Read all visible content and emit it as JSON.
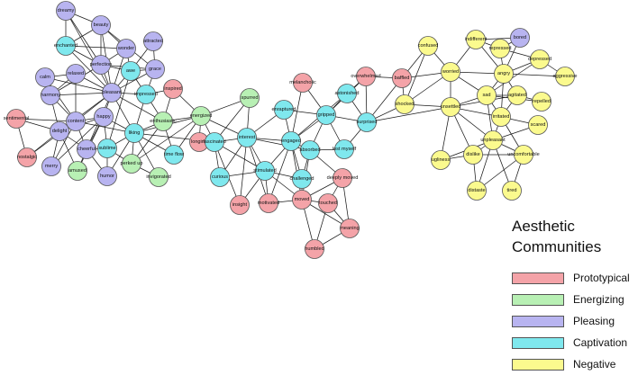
{
  "legend": {
    "title": "Aesthetic Communities",
    "items": [
      {
        "key": "prototypical",
        "label": "Prototypical",
        "color": "#f4a3a8"
      },
      {
        "key": "energizing",
        "label": "Energizing",
        "color": "#b8f0b4"
      },
      {
        "key": "pleasing",
        "label": "Pleasing",
        "color": "#b8b4f0"
      },
      {
        "key": "captivation",
        "label": "Captivation",
        "color": "#7fe8ee"
      },
      {
        "key": "negative",
        "label": "Negative",
        "color": "#fbfa8e"
      }
    ]
  },
  "nodes": [
    {
      "id": "dreamy",
      "label": "dreamy",
      "group": "pleasing"
    },
    {
      "id": "beauty",
      "label": "beauty",
      "group": "pleasing"
    },
    {
      "id": "enchanted",
      "label": "enchanted",
      "group": "captivation"
    },
    {
      "id": "wonder",
      "label": "wonder",
      "group": "pleasing"
    },
    {
      "id": "attracted",
      "label": "attracted",
      "group": "pleasing"
    },
    {
      "id": "calm",
      "label": "calm",
      "group": "pleasing"
    },
    {
      "id": "perfection",
      "label": "perfection",
      "group": "pleasing"
    },
    {
      "id": "awe",
      "label": "awe",
      "group": "captivation"
    },
    {
      "id": "grace",
      "label": "grace",
      "group": "pleasing"
    },
    {
      "id": "relaxed",
      "label": "relaxed",
      "group": "pleasing"
    },
    {
      "id": "harmony",
      "label": "harmony",
      "group": "pleasing"
    },
    {
      "id": "pleasant",
      "label": "pleasant",
      "group": "pleasing"
    },
    {
      "id": "impressed",
      "label": "impressed",
      "group": "captivation"
    },
    {
      "id": "inspired",
      "label": "inspired",
      "group": "prototypical"
    },
    {
      "id": "sentimental",
      "label": "sentimental",
      "group": "prototypical"
    },
    {
      "id": "happy",
      "label": "happy",
      "group": "pleasing"
    },
    {
      "id": "content",
      "label": "content",
      "group": "pleasing"
    },
    {
      "id": "enthusiastic",
      "label": "enthusiastic",
      "group": "energizing"
    },
    {
      "id": "delight",
      "label": "delight",
      "group": "pleasing"
    },
    {
      "id": "liking",
      "label": "liking",
      "group": "captivation"
    },
    {
      "id": "cheerful",
      "label": "cheerful",
      "group": "pleasing"
    },
    {
      "id": "sublime",
      "label": "sublime",
      "group": "captivation"
    },
    {
      "id": "nostalgic",
      "label": "nostalgic",
      "group": "prototypical"
    },
    {
      "id": "merry",
      "label": "merry",
      "group": "pleasing"
    },
    {
      "id": "amused",
      "label": "amused",
      "group": "energizing"
    },
    {
      "id": "humor",
      "label": "humor",
      "group": "pleasing"
    },
    {
      "id": "perked up",
      "label": "perked up",
      "group": "energizing"
    },
    {
      "id": "invigorated",
      "label": "invigorated",
      "group": "energizing"
    },
    {
      "id": "time flow",
      "label": "time flow",
      "group": "captivation"
    },
    {
      "id": "energized",
      "label": "energized",
      "group": "energizing"
    },
    {
      "id": "longing",
      "label": "longing",
      "group": "prototypical"
    },
    {
      "id": "spurred",
      "label": "spurred",
      "group": "energizing"
    },
    {
      "id": "fascinated",
      "label": "fascinated",
      "group": "captivation"
    },
    {
      "id": "interest",
      "label": "interest",
      "group": "captivation"
    },
    {
      "id": "curious",
      "label": "curious",
      "group": "captivation"
    },
    {
      "id": "insight",
      "label": "insight",
      "group": "prototypical"
    },
    {
      "id": "enraptured",
      "label": "enraptured",
      "group": "captivation"
    },
    {
      "id": "engaged",
      "label": "engaged",
      "group": "captivation"
    },
    {
      "id": "stimulated",
      "label": "stimulated",
      "group": "captivation"
    },
    {
      "id": "motivated",
      "label": "motivated",
      "group": "prototypical"
    },
    {
      "id": "melancholic",
      "label": "melancholic",
      "group": "prototypical"
    },
    {
      "id": "gripped",
      "label": "gripped",
      "group": "captivation"
    },
    {
      "id": "absorbed",
      "label": "absorbed",
      "group": "captivation"
    },
    {
      "id": "challenged",
      "label": "challenged",
      "group": "captivation"
    },
    {
      "id": "moved",
      "label": "moved",
      "group": "prototypical"
    },
    {
      "id": "touched",
      "label": "touched",
      "group": "prototypical"
    },
    {
      "id": "deeply moved",
      "label": "deeply moved",
      "group": "prototypical"
    },
    {
      "id": "meaning",
      "label": "meaning",
      "group": "prototypical"
    },
    {
      "id": "humbled",
      "label": "humbled",
      "group": "prototypical"
    },
    {
      "id": "astonished",
      "label": "astonished",
      "group": "captivation"
    },
    {
      "id": "lost myself",
      "label": "lost myself",
      "group": "captivation"
    },
    {
      "id": "overwhelmed",
      "label": "overwhelmed",
      "group": "prototypical"
    },
    {
      "id": "surprised",
      "label": "surprised",
      "group": "captivation"
    },
    {
      "id": "baffled",
      "label": "baffled",
      "group": "prototypical"
    },
    {
      "id": "confused",
      "label": "confused",
      "group": "negative"
    },
    {
      "id": "shocked",
      "label": "shocked",
      "group": "negative"
    },
    {
      "id": "worried",
      "label": "worried",
      "group": "negative"
    },
    {
      "id": "unsettled",
      "label": "unsettled",
      "group": "negative"
    },
    {
      "id": "indifferent",
      "label": "indifferent",
      "group": "negative"
    },
    {
      "id": "bored",
      "label": "bored",
      "group": "pleasing"
    },
    {
      "id": "repressed",
      "label": "repressed",
      "group": "negative"
    },
    {
      "id": "depressed",
      "label": "depressed",
      "group": "negative"
    },
    {
      "id": "angry",
      "label": "angry",
      "group": "negative"
    },
    {
      "id": "aggressive",
      "label": "aggressive",
      "group": "negative"
    },
    {
      "id": "sad",
      "label": "sad",
      "group": "negative"
    },
    {
      "id": "agitated",
      "label": "agitated",
      "group": "negative"
    },
    {
      "id": "repelled",
      "label": "repelled",
      "group": "negative"
    },
    {
      "id": "irritated",
      "label": "irritated",
      "group": "negative"
    },
    {
      "id": "scared",
      "label": "scared",
      "group": "negative"
    },
    {
      "id": "unpleasant",
      "label": "unpleasant",
      "group": "negative"
    },
    {
      "id": "ugliness",
      "label": "ugliness",
      "group": "negative"
    },
    {
      "id": "dislike",
      "label": "dislike",
      "group": "negative"
    },
    {
      "id": "uncomfortable",
      "label": "uncomfortable",
      "group": "negative"
    },
    {
      "id": "distaste",
      "label": "distaste",
      "group": "negative"
    },
    {
      "id": "tired",
      "label": "tired",
      "group": "negative"
    }
  ],
  "edges": [
    [
      "dreamy",
      "beauty"
    ],
    [
      "dreamy",
      "enchanted"
    ],
    [
      "dreamy",
      "perfection"
    ],
    [
      "dreamy",
      "pleasant"
    ],
    [
      "beauty",
      "wonder"
    ],
    [
      "beauty",
      "enchanted"
    ],
    [
      "beauty",
      "perfection"
    ],
    [
      "beauty",
      "pleasant"
    ],
    [
      "beauty",
      "grace"
    ],
    [
      "enchanted",
      "perfection"
    ],
    [
      "enchanted",
      "wonder"
    ],
    [
      "enchanted",
      "pleasant"
    ],
    [
      "wonder",
      "awe"
    ],
    [
      "wonder",
      "perfection"
    ],
    [
      "wonder",
      "pleasant"
    ],
    [
      "attracted",
      "awe"
    ],
    [
      "attracted",
      "grace"
    ],
    [
      "calm",
      "relaxed"
    ],
    [
      "calm",
      "harmony"
    ],
    [
      "calm",
      "pleasant"
    ],
    [
      "calm",
      "content"
    ],
    [
      "relaxed",
      "harmony"
    ],
    [
      "relaxed",
      "pleasant"
    ],
    [
      "relaxed",
      "content"
    ],
    [
      "perfection",
      "pleasant"
    ],
    [
      "perfection",
      "harmony"
    ],
    [
      "perfection",
      "awe"
    ],
    [
      "perfection",
      "grace"
    ],
    [
      "awe",
      "pleasant"
    ],
    [
      "awe",
      "impressed"
    ],
    [
      "awe",
      "grace"
    ],
    [
      "awe",
      "sublime"
    ],
    [
      "grace",
      "pleasant"
    ],
    [
      "grace",
      "impressed"
    ],
    [
      "harmony",
      "pleasant"
    ],
    [
      "harmony",
      "content"
    ],
    [
      "harmony",
      "delight"
    ],
    [
      "pleasant",
      "impressed"
    ],
    [
      "pleasant",
      "happy"
    ],
    [
      "pleasant",
      "liking"
    ],
    [
      "pleasant",
      "content"
    ],
    [
      "pleasant",
      "enthusiastic"
    ],
    [
      "pleasant",
      "delight"
    ],
    [
      "pleasant",
      "cheerful"
    ],
    [
      "impressed",
      "inspired"
    ],
    [
      "impressed",
      "enthusiastic"
    ],
    [
      "impressed",
      "liking"
    ],
    [
      "inspired",
      "enthusiastic"
    ],
    [
      "inspired",
      "energized"
    ],
    [
      "sentimental",
      "content"
    ],
    [
      "sentimental",
      "delight"
    ],
    [
      "sentimental",
      "nostalgic"
    ],
    [
      "happy",
      "content"
    ],
    [
      "happy",
      "delight"
    ],
    [
      "happy",
      "liking"
    ],
    [
      "happy",
      "cheerful"
    ],
    [
      "happy",
      "sublime"
    ],
    [
      "happy",
      "amused"
    ],
    [
      "happy",
      "merry"
    ],
    [
      "content",
      "delight"
    ],
    [
      "content",
      "cheerful"
    ],
    [
      "content",
      "merry"
    ],
    [
      "content",
      "liking"
    ],
    [
      "content",
      "nostalgic"
    ],
    [
      "delight",
      "merry"
    ],
    [
      "delight",
      "cheerful"
    ],
    [
      "delight",
      "amused"
    ],
    [
      "delight",
      "nostalgic"
    ],
    [
      "liking",
      "enthusiastic"
    ],
    [
      "liking",
      "sublime"
    ],
    [
      "liking",
      "perked up"
    ],
    [
      "liking",
      "time flow"
    ],
    [
      "liking",
      "energized"
    ],
    [
      "liking",
      "fascinated"
    ],
    [
      "liking",
      "invigorated"
    ],
    [
      "liking",
      "humor"
    ],
    [
      "enthusiastic",
      "energized"
    ],
    [
      "enthusiastic",
      "perked up"
    ],
    [
      "enthusiastic",
      "time flow"
    ],
    [
      "cheerful",
      "humor"
    ],
    [
      "cheerful",
      "amused"
    ],
    [
      "cheerful",
      "sublime"
    ],
    [
      "sublime",
      "humor"
    ],
    [
      "sublime",
      "perked up"
    ],
    [
      "perked up",
      "invigorated"
    ],
    [
      "perked up",
      "energized"
    ],
    [
      "energized",
      "fascinated"
    ],
    [
      "energized",
      "spurred"
    ],
    [
      "energized",
      "longing"
    ],
    [
      "energized",
      "time flow"
    ],
    [
      "energized",
      "interest"
    ],
    [
      "spurred",
      "interest"
    ],
    [
      "spurred",
      "fascinated"
    ],
    [
      "fascinated",
      "interest"
    ],
    [
      "fascinated",
      "curious"
    ],
    [
      "fascinated",
      "longing"
    ],
    [
      "fascinated",
      "stimulated"
    ],
    [
      "fascinated",
      "insight"
    ],
    [
      "interest",
      "engaged"
    ],
    [
      "interest",
      "stimulated"
    ],
    [
      "interest",
      "curious"
    ],
    [
      "interest",
      "enraptured"
    ],
    [
      "interest",
      "absorbed"
    ],
    [
      "interest",
      "insight"
    ],
    [
      "interest",
      "motivated"
    ],
    [
      "curious",
      "stimulated"
    ],
    [
      "insight",
      "stimulated"
    ],
    [
      "stimulated",
      "motivated"
    ],
    [
      "stimulated",
      "engaged"
    ],
    [
      "stimulated",
      "moved"
    ],
    [
      "stimulated",
      "challenged"
    ],
    [
      "motivated",
      "moved"
    ],
    [
      "motivated",
      "engaged"
    ],
    [
      "enraptured",
      "engaged"
    ],
    [
      "enraptured",
      "gripped"
    ],
    [
      "melancholic",
      "gripped"
    ],
    [
      "melancholic",
      "engaged"
    ],
    [
      "engaged",
      "gripped"
    ],
    [
      "engaged",
      "absorbed"
    ],
    [
      "engaged",
      "challenged"
    ],
    [
      "engaged",
      "moved"
    ],
    [
      "engaged",
      "astonished"
    ],
    [
      "gripped",
      "absorbed"
    ],
    [
      "gripped",
      "astonished"
    ],
    [
      "gripped",
      "surprised"
    ],
    [
      "gripped",
      "lost myself"
    ],
    [
      "gripped",
      "overwhelmed"
    ],
    [
      "absorbed",
      "lost myself"
    ],
    [
      "absorbed",
      "challenged"
    ],
    [
      "absorbed",
      "deeply moved"
    ],
    [
      "absorbed",
      "moved"
    ],
    [
      "challenged",
      "moved"
    ],
    [
      "moved",
      "touched"
    ],
    [
      "moved",
      "deeply moved"
    ],
    [
      "moved",
      "humbled"
    ],
    [
      "moved",
      "meaning"
    ],
    [
      "touched",
      "deeply moved"
    ],
    [
      "touched",
      "meaning"
    ],
    [
      "touched",
      "humbled"
    ],
    [
      "deeply moved",
      "meaning"
    ],
    [
      "meaning",
      "humbled"
    ],
    [
      "astonished",
      "overwhelmed"
    ],
    [
      "astonished",
      "surprised"
    ],
    [
      "overwhelmed",
      "baffled"
    ],
    [
      "overwhelmed",
      "surprised"
    ],
    [
      "surprised",
      "baffled"
    ],
    [
      "surprised",
      "shocked"
    ],
    [
      "surprised",
      "lost myself"
    ],
    [
      "surprised",
      "unsettled"
    ],
    [
      "baffled",
      "confused"
    ],
    [
      "baffled",
      "shocked"
    ],
    [
      "baffled",
      "worried"
    ],
    [
      "confused",
      "worried"
    ],
    [
      "confused",
      "shocked"
    ],
    [
      "shocked",
      "worried"
    ],
    [
      "shocked",
      "unsettled"
    ],
    [
      "worried",
      "unsettled"
    ],
    [
      "worried",
      "indifferent"
    ],
    [
      "worried",
      "angry"
    ],
    [
      "worried",
      "sad"
    ],
    [
      "unsettled",
      "sad"
    ],
    [
      "unsettled",
      "unpleasant"
    ],
    [
      "unsettled",
      "dislike"
    ],
    [
      "unsettled",
      "irritated"
    ],
    [
      "unsettled",
      "agitated"
    ],
    [
      "unsettled",
      "ugliness"
    ],
    [
      "indifferent",
      "bored"
    ],
    [
      "indifferent",
      "repressed"
    ],
    [
      "indifferent",
      "angry"
    ],
    [
      "bored",
      "repressed"
    ],
    [
      "bored",
      "angry"
    ],
    [
      "repressed",
      "angry"
    ],
    [
      "repressed",
      "depressed"
    ],
    [
      "depressed",
      "angry"
    ],
    [
      "depressed",
      "sad"
    ],
    [
      "depressed",
      "aggressive"
    ],
    [
      "angry",
      "sad"
    ],
    [
      "angry",
      "agitated"
    ],
    [
      "angry",
      "aggressive"
    ],
    [
      "angry",
      "irritated"
    ],
    [
      "sad",
      "agitated"
    ],
    [
      "sad",
      "irritated"
    ],
    [
      "sad",
      "repelled"
    ],
    [
      "sad",
      "unpleasant"
    ],
    [
      "agitated",
      "irritated"
    ],
    [
      "agitated",
      "repelled"
    ],
    [
      "irritated",
      "scared"
    ],
    [
      "irritated",
      "unpleasant"
    ],
    [
      "irritated",
      "uncomfortable"
    ],
    [
      "unpleasant",
      "dislike"
    ],
    [
      "unpleasant",
      "uncomfortable"
    ],
    [
      "unpleasant",
      "ugliness"
    ],
    [
      "unpleasant",
      "distaste"
    ],
    [
      "unpleasant",
      "tired"
    ],
    [
      "unpleasant",
      "scared"
    ],
    [
      "dislike",
      "ugliness"
    ],
    [
      "dislike",
      "distaste"
    ],
    [
      "dislike",
      "uncomfortable"
    ],
    [
      "uncomfortable",
      "tired"
    ],
    [
      "uncomfortable",
      "distaste"
    ]
  ]
}
